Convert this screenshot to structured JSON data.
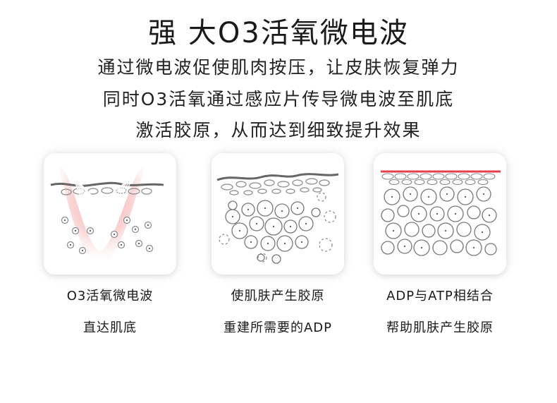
{
  "header": {
    "title": "强 大O3活氧微电波",
    "line1": "通过微电波促使肌肉按压，让皮肤恢复弹力",
    "line2": "同时O3活氧通过感应片传导微电波至肌底",
    "line3": "激活胶原，从而达到细致提升效果"
  },
  "panels": [
    {
      "caption_top": "O3活氧微电波",
      "caption_bottom": "直达肌底",
      "icon": "microwave-penetration-diagram"
    },
    {
      "caption_top": "使肌肤产生胶原",
      "caption_bottom": "重建所需要的ADP",
      "icon": "collagen-production-diagram"
    },
    {
      "caption_top": "ADP与ATP相结合",
      "caption_bottom": "帮助肌肤产生胶原",
      "icon": "dense-collagen-diagram"
    }
  ],
  "colors": {
    "wave_red": "#f08a8a",
    "surface_red": "#e8404a",
    "line_gray": "#666666",
    "cell_gray": "#777777"
  }
}
